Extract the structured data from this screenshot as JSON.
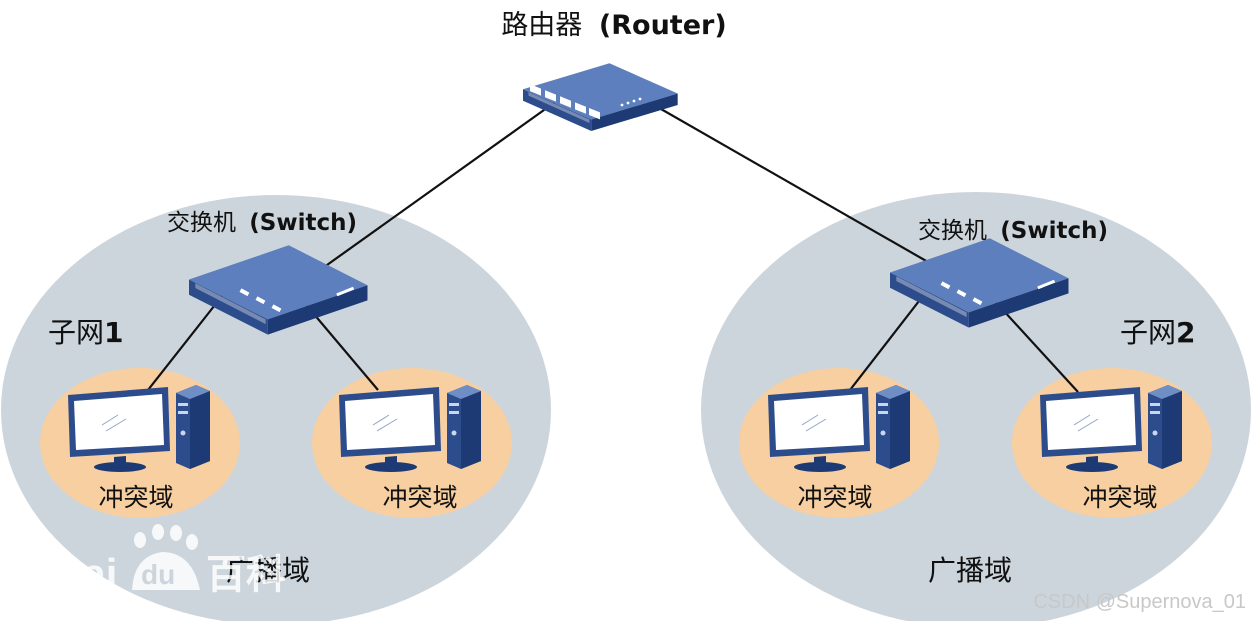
{
  "router": {
    "label_cn": "路由器",
    "label_en": "(Router)"
  },
  "subnets": [
    {
      "name": "子网",
      "number": "1",
      "switch_cn": "交换机",
      "switch_en": "(Switch)",
      "broadcast_domain": "广播域",
      "collision_domains": [
        "冲突域",
        "冲突域"
      ]
    },
    {
      "name": "子网",
      "number": "2",
      "switch_cn": "交换机",
      "switch_en": "(Switch)",
      "broadcast_domain": "广播域",
      "collision_domains": [
        "冲突域",
        "冲突域"
      ]
    }
  ],
  "watermarks": {
    "baidu": "Bai",
    "baidu_du": "du",
    "baidu_cn": "百科",
    "csdn": "CSDN @Supernova_01"
  },
  "colors": {
    "broadcast_domain_fill": "#cdd5dc",
    "collision_domain_fill": "#f7cfa0",
    "device_blue": "#3f62a4",
    "device_dark": "#1d3a74",
    "link": "#111111"
  },
  "icons": [
    "router-icon",
    "switch-icon",
    "computer-icon"
  ]
}
